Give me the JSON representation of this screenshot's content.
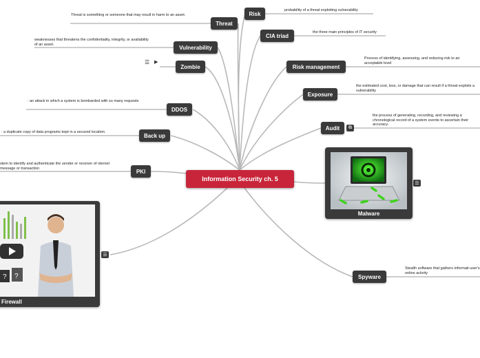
{
  "center": {
    "label": "Information Security ch. 5"
  },
  "topics": {
    "risk": {
      "label": "Risk",
      "desc": "probability of a threat exploiting vulnerability"
    },
    "threat": {
      "label": "Threat",
      "desc": "Threat is something or someone that may result in harm to an asset."
    },
    "cia": {
      "label": "CIA triad",
      "desc": "the three main principles of IT security"
    },
    "vulnerability": {
      "label": "Vulnerability",
      "desc": "weaknesses that threatens the confidentiality, integrity, or availability of an asset."
    },
    "zombie": {
      "label": "Zombie"
    },
    "risk_management": {
      "label": "Risk management",
      "desc": "Process of identifying, assessing, and reducing risk to an acceptable level"
    },
    "exposure": {
      "label": "Exposure",
      "desc": "the estimated cost, loss, or damage that can result if a threat exploits a vulnerability"
    },
    "ddos": {
      "label": "DDOS",
      "desc": ": an attack in which a system is bombarded with so many requests"
    },
    "audit": {
      "label": "Audit",
      "desc": "the process of generating, recording, and reviewing a chronological record of a system events to ascertain their accuracy."
    },
    "backup": {
      "label": "Back up",
      "desc": ": a duplicate copy of data programs kept in a secured location."
    },
    "pki": {
      "label": "PKI",
      "desc": "stem to identify and authenticate the sender or receiver of nternet message or transaction"
    },
    "malware": {
      "label": "Malware"
    },
    "spyware": {
      "label": "Spyware",
      "desc": "Stealth software that gathers informati user's online activity"
    },
    "firewall": {
      "label": "Firewall"
    }
  },
  "icons": {
    "note": "note-icon",
    "play": "play-icon",
    "expand": "expand-icon"
  },
  "colors": {
    "center": "#c8253a",
    "node": "#3a3a3a",
    "connector": "#b5b5b5"
  }
}
